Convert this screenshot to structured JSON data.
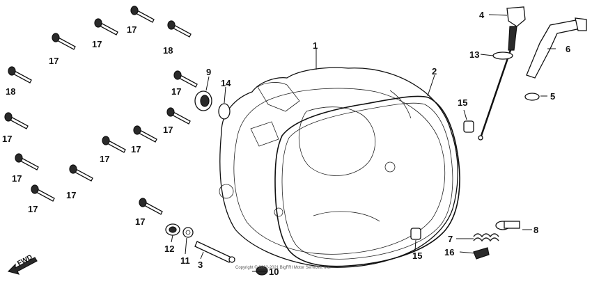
{
  "labels": {
    "cover": "1",
    "gasket": "2",
    "spindle": "3",
    "dipstick": "4",
    "oring_5": "5",
    "shaft_6": "6",
    "spring_7": "7",
    "bolt_8": "8",
    "cap_9": "9",
    "washer_10": "10",
    "washer_11": "11",
    "seal_12": "12",
    "oring_13": "13",
    "oring_14": "14",
    "dowel_a": "15",
    "dowel_b": "15",
    "clip_16": "16",
    "bolt_17": "17",
    "bolt_18": "18"
  },
  "copyright": "Copyright © 2002-2021 BigFRI Motor Services, Inc.",
  "fwd_marker": "FWD"
}
